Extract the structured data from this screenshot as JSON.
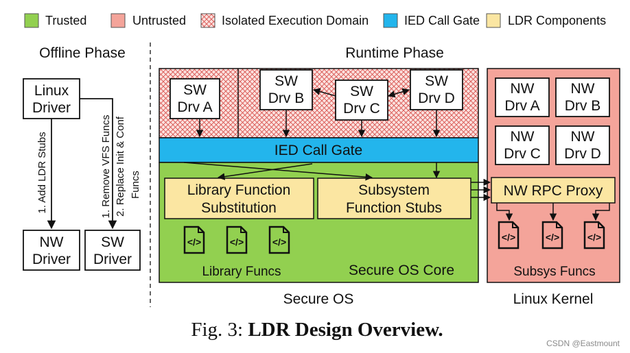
{
  "legend": [
    {
      "label": "Trusted",
      "color": "#92d050"
    },
    {
      "label": "Untrusted",
      "color": "#f4a49a"
    },
    {
      "label": "Isolated Execution Domain",
      "pattern": "crosshatch"
    },
    {
      "label": "IED Call Gate",
      "color": "#23b5ec"
    },
    {
      "label": "LDR Components",
      "color": "#fbe6a2"
    }
  ],
  "offline": {
    "title": "Offline Phase",
    "linux_driver": [
      "Linux",
      "Driver"
    ],
    "nw_driver": [
      "NW",
      "Driver"
    ],
    "sw_driver": [
      "SW",
      "Driver"
    ],
    "step_add": "1. Add LDR Stubs",
    "step_remove": "1. Remove VFS Funcs",
    "step_replace_1": "2. Replace Init & Conf",
    "step_replace_2": "Funcs"
  },
  "runtime": {
    "title": "Runtime Phase",
    "sw_drivers": [
      [
        "SW",
        "Drv A"
      ],
      [
        "SW",
        "Drv B"
      ],
      [
        "SW",
        "Drv C"
      ],
      [
        "SW",
        "Drv D"
      ]
    ],
    "call_gate": "IED Call Gate",
    "library_substitution": [
      "Library Function",
      "Substitution"
    ],
    "subsystem_stubs": [
      "Subsystem",
      "Function Stubs"
    ],
    "library_funcs": "Library Funcs",
    "secure_os_core": "Secure OS Core",
    "secure_os": "Secure OS"
  },
  "linux": {
    "nw_drivers": [
      [
        "NW",
        "Drv A"
      ],
      [
        "NW",
        "Drv B"
      ],
      [
        "NW",
        "Drv C"
      ],
      [
        "NW",
        "Drv D"
      ]
    ],
    "rpc_proxy": "NW RPC Proxy",
    "subsys_funcs": "Subsys Funcs",
    "title": "Linux Kernel"
  },
  "file_icon_glyph": "</>",
  "caption": {
    "prefix": "Fig. 3: ",
    "bold": "LDR Design Overview."
  },
  "watermark": "CSDN @Eastmount",
  "colors": {
    "trusted": "#92d050",
    "untrusted": "#f4a49a",
    "call_gate": "#23b5ec",
    "ldr": "#fbe6a2",
    "hatch": "#d9534f"
  }
}
